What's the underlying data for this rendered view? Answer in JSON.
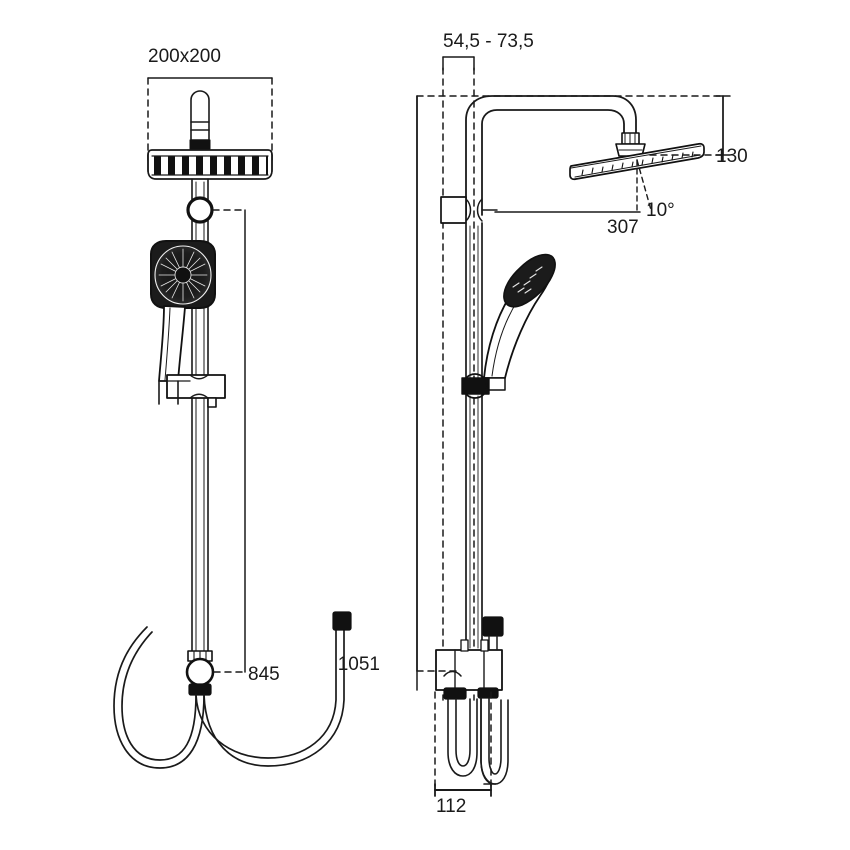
{
  "drawing": {
    "title": "Shower column technical dimension drawing",
    "units": "mm",
    "background_color": "#ffffff",
    "line_color": "#1a1a1a",
    "views": [
      {
        "name": "front-view",
        "position": "left"
      },
      {
        "name": "side-view",
        "position": "right"
      }
    ]
  },
  "dimensions": {
    "head_size": "200x200",
    "wall_offset_range": "54,5 - 73,5",
    "head_height": "130",
    "arm_projection": "307",
    "head_tilt_angle": "10°",
    "rail_height": "845",
    "total_height": "1051",
    "base_depth": "112"
  },
  "annotations": {
    "head_size_label": "200x200",
    "wall_offset_label": "54,5 - 73,5",
    "head_height_label": "130",
    "arm_projection_label": "307",
    "tilt_label": "10°",
    "rail_height_label": "845",
    "total_height_label": "1051",
    "base_depth_label": "112"
  },
  "components": {
    "rain_head": "overhead-rain-shower-head",
    "hand_shower": "hand-shower",
    "slide_rail": "slide-rail",
    "bracket": "hand-shower-bracket",
    "hose": "flexible-shower-hose",
    "diverter": "diverter-valve",
    "mixer_body": "thermostatic-mixer-body",
    "riser": "riser-pipe"
  }
}
